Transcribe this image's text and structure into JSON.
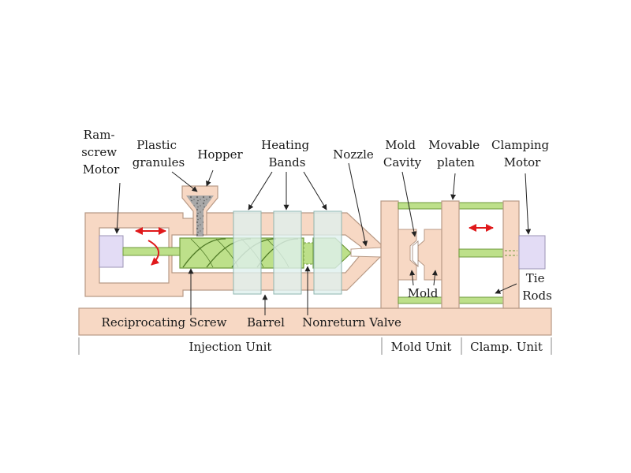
{
  "labels": {
    "ram_screw_motor": [
      "Ram-",
      "screw",
      "Motor"
    ],
    "plastic_granules": [
      "Plastic",
      "granules"
    ],
    "hopper": "Hopper",
    "heating_bands": [
      "Heating",
      "Bands"
    ],
    "nozzle": "Nozzle",
    "mold_cavity": [
      "Mold",
      "Cavity"
    ],
    "movable_platen": [
      "Movable",
      "platen"
    ],
    "clamping_motor": [
      "Clamping",
      "Motor"
    ],
    "mold": "Mold",
    "tie_rods": [
      "Tie",
      "Rods"
    ],
    "reciprocating_screw": "Reciprocating Screw",
    "barrel": "Barrel",
    "nonreturn_valve": "Nonreturn Valve"
  },
  "units": {
    "injection": "Injection Unit",
    "mold": "Mold Unit",
    "clamp": "Clamp. Unit"
  },
  "colors": {
    "frame": "#f7d8c4",
    "frame_stroke": "#b89a86",
    "green": "#bde08a",
    "green_stroke": "#6f9a3c",
    "motor": "#e3dcf5",
    "heater": "#dff0ee",
    "arrow": "#e0191b"
  }
}
